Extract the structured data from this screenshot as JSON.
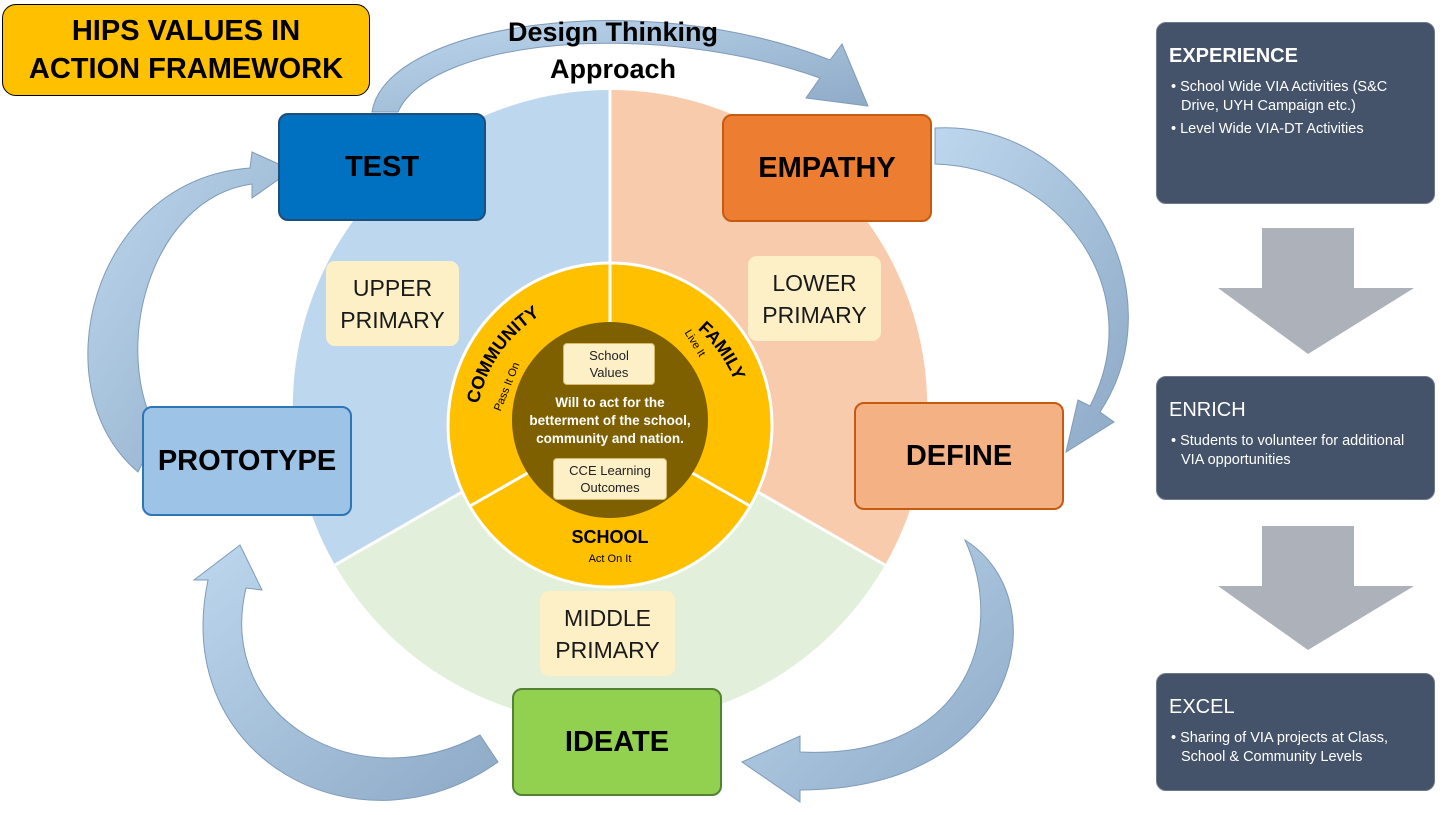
{
  "framework_title": [
    "HIPS VALUES IN",
    "ACTION FRAMEWORK"
  ],
  "approach_title": [
    "Design Thinking",
    "Approach"
  ],
  "stages": {
    "test": "TEST",
    "empathy": "EMPATHY",
    "define": "DEFINE",
    "ideate": "IDEATE",
    "prototype": "PROTOTYPE"
  },
  "levels": {
    "upper": [
      "UPPER",
      "PRIMARY"
    ],
    "lower": [
      "LOWER",
      "PRIMARY"
    ],
    "middle": [
      "MIDDLE",
      "PRIMARY"
    ]
  },
  "ring": {
    "community": {
      "name": "COMMUNITY",
      "sub": "Pass It On"
    },
    "family": {
      "name": "FAMILY",
      "sub": "Live It"
    },
    "school": {
      "name": "SCHOOL",
      "sub": "Act On It"
    }
  },
  "core": {
    "school_values": [
      "School",
      "Values"
    ],
    "statement": [
      "Will to act for the",
      "betterment of the school,",
      "community and nation."
    ],
    "outcomes": [
      "CCE Learning",
      "Outcomes"
    ]
  },
  "panels": {
    "experience": {
      "title": "EXPERIENCE",
      "items": [
        "School Wide VIA Activities (S&C Drive, UYH Campaign etc.)",
        "Level Wide VIA-DT Activities"
      ]
    },
    "enrich": {
      "title": "ENRICH",
      "items": [
        "Students to volunteer for additional VIA opportunities"
      ]
    },
    "excel": {
      "title": "EXCEL",
      "items": [
        "Sharing of VIA projects at Class, School & Community Levels"
      ]
    }
  },
  "colors": {
    "upper_sector": "#bdd7ee",
    "lower_sector": "#f8cbad",
    "middle_sector": "#e2efda",
    "ring": "#ffc000",
    "core": "#7f6000",
    "test": "#0070c0",
    "empathy": "#ed7d31",
    "define": "#f4b183",
    "ideate": "#92d050",
    "prototype": "#9dc3e6",
    "panel": "#44536a",
    "down_arrow": "#adb1b9",
    "cycle_arrow": "#bdd7ee"
  }
}
